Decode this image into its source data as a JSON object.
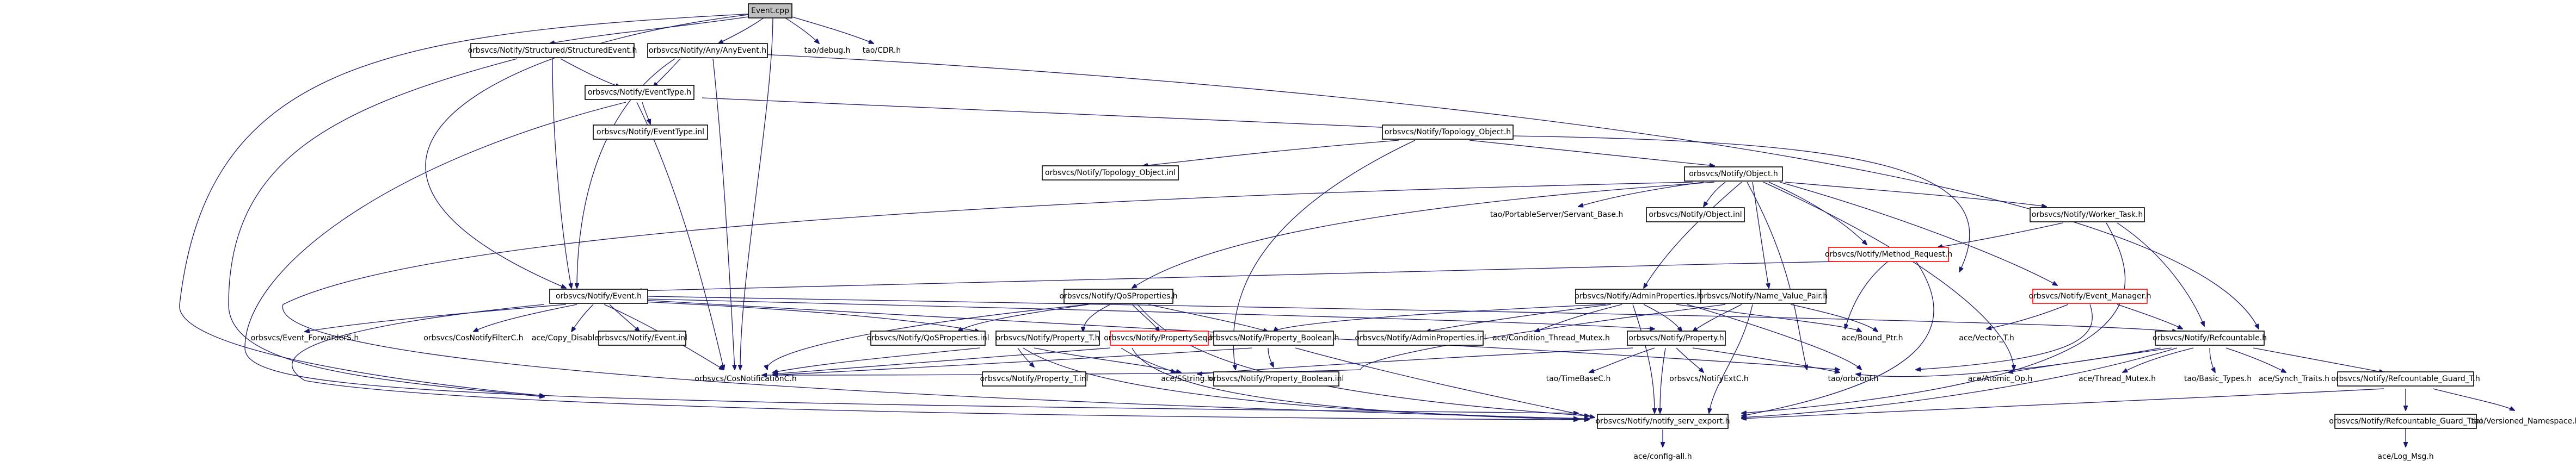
{
  "nodes": {
    "event_cpp": "Event.cpp",
    "structured_event_h": "orbsvcs/Notify/Structured/StructuredEvent.h",
    "any_event_h": "orbsvcs/Notify/Any/AnyEvent.h",
    "os_debug_h": "tao/debug.h",
    "cdr_h": "tao/CDR.h",
    "event_type_h": "orbsvcs/Notify/EventType.h",
    "event_type_inl": "orbsvcs/Notify/EventType.inl",
    "topology_object_h": "orbsvcs/Notify/Topology_Object.h",
    "topology_object_inl": "orbsvcs/Notify/Topology_Object.inl",
    "object_h": "orbsvcs/Notify/Object.h",
    "servant_base_h": "tao/PortableServer/Servant_Base.h",
    "object_inl": "orbsvcs/Notify/Object.inl",
    "worker_task_h": "orbsvcs/Notify/Worker_Task.h",
    "method_request_h": "orbsvcs/Notify/Method_Request.h",
    "event_manager_h": "orbsvcs/Notify/Event_Manager.h",
    "event_h": "orbsvcs/Notify/Event.h",
    "qos_properties_h": "orbsvcs/Notify/QoSProperties.h",
    "admin_properties_h": "orbsvcs/Notify/AdminProperties.h",
    "name_value_pair_h": "orbsvcs/Notify/Name_Value_Pair.h",
    "event_forwarder_s_h": "orbsvcs/Event_ForwarderS.h",
    "cos_notify_filter_c_h": "orbsvcs/CosNotifyFilterC.h",
    "copy_disabled_h": "ace/Copy_Disabled.h",
    "event_inl": "orbsvcs/Notify/Event.inl",
    "qos_properties_inl": "orbsvcs/Notify/QoSProperties.inl",
    "property_t_h": "orbsvcs/Notify/Property_T.h",
    "property_seq_h": "orbsvcs/Notify/PropertySeq.h",
    "property_boolean_h": "orbsvcs/Notify/Property_Boolean.h",
    "admin_properties_inl": "orbsvcs/Notify/AdminProperties.inl",
    "condition_thread_mutex_h": "ace/Condition_Thread_Mutex.h",
    "property_h": "orbsvcs/Notify/Property.h",
    "bound_ptr_h": "ace/Bound_Ptr.h",
    "vector_t_h": "ace/Vector_T.h",
    "refcountable_h": "orbsvcs/Notify/Refcountable.h",
    "cos_notification_c_h": "orbsvcs/CosNotificationC.h",
    "sstring_h": "ace/SString.h",
    "property_t_inl": "orbsvcs/Notify/Property_T.inl",
    "property_boolean_inl": "orbsvcs/Notify/Property_Boolean.inl",
    "time_base_c_h": "tao/TimeBaseC.h",
    "notify_ext_c_h": "orbsvcs/NotifyExtC.h",
    "orb_init_h": "tao/orbconf.h",
    "atomic_op_h": "ace/Atomic_Op.h",
    "thread_mutex_h": "ace/Thread_Mutex.h",
    "basic_types_h": "tao/Basic_Types.h",
    "synch_traits_h": "ace/Synch_Traits.h",
    "refcountable_guard_t_h": "orbsvcs/Notify/Refcountable_Guard_T.h",
    "notify_serv_export_h": "orbsvcs/Notify/notify_serv_export.h",
    "refcountable_guard_t_inl": "orbsvcs/Notify/Refcountable_Guard_T.inl",
    "versioned_namespace_h": "tao/Versioned_Namespace.h",
    "config_all_h": "ace/config-all.h",
    "log_msg_h": "ace/Log_Msg.h"
  }
}
